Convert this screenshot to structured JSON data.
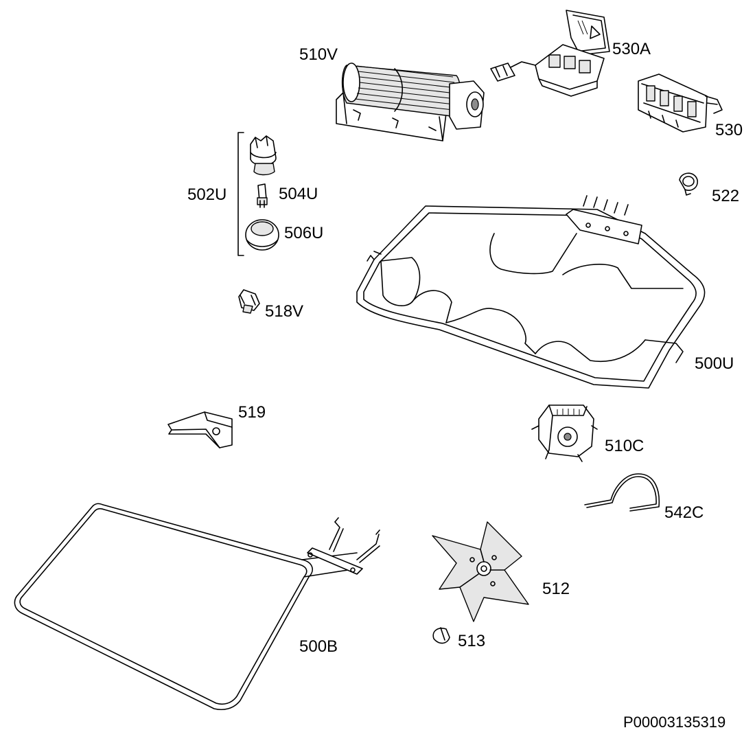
{
  "parts": [
    {
      "id": "p510V",
      "label": "510V"
    },
    {
      "id": "p530A",
      "label": "530A"
    },
    {
      "id": "p530",
      "label": "530"
    },
    {
      "id": "p502U",
      "label": "502U"
    },
    {
      "id": "p504U",
      "label": "504U"
    },
    {
      "id": "p506U",
      "label": "506U"
    },
    {
      "id": "p522",
      "label": "522"
    },
    {
      "id": "p518V",
      "label": "518V"
    },
    {
      "id": "p500U",
      "label": "500U"
    },
    {
      "id": "p519",
      "label": "519"
    },
    {
      "id": "p510C",
      "label": "510C"
    },
    {
      "id": "p542C",
      "label": "542C"
    },
    {
      "id": "p512",
      "label": "512"
    },
    {
      "id": "p513",
      "label": "513"
    },
    {
      "id": "p500B",
      "label": "500B"
    }
  ],
  "document_id": "P00003135319"
}
